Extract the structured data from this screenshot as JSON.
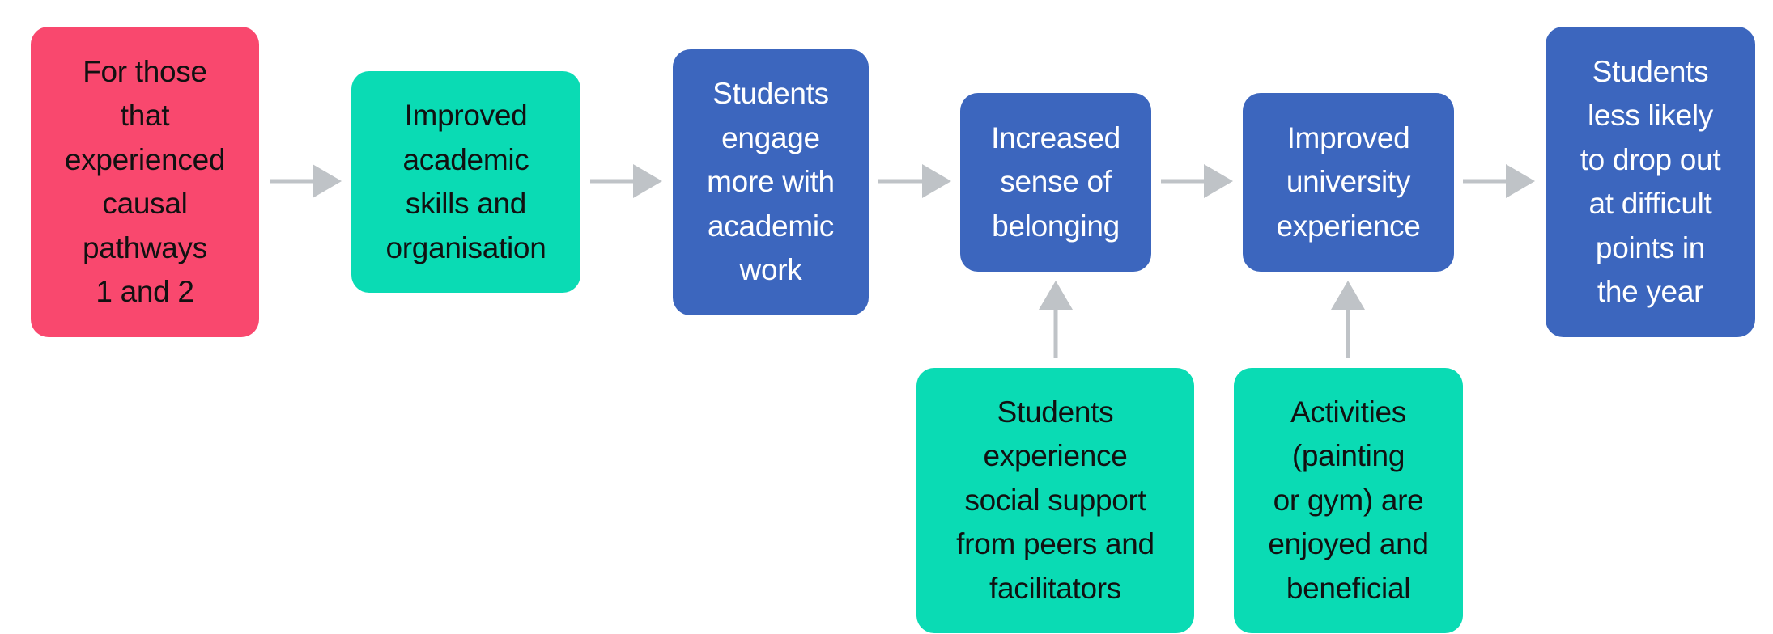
{
  "diagram": {
    "colors": {
      "input": "#F9486E",
      "mechanism": "#0ADBB4",
      "outcome": "#3C66BE",
      "arrow": "#BFC3C7"
    },
    "nodes": [
      {
        "id": "n1",
        "kind": "input",
        "text": "For those\nthat\nexperienced\ncausal\npathways\n1 and 2"
      },
      {
        "id": "n2",
        "kind": "mechanism",
        "text": "Improved\nacademic\nskills and\norganisation"
      },
      {
        "id": "n3",
        "kind": "outcome",
        "text": "Students\nengage\nmore with\nacademic\nwork"
      },
      {
        "id": "n4",
        "kind": "outcome",
        "text": "Increased\nsense of\nbelonging"
      },
      {
        "id": "n5",
        "kind": "outcome",
        "text": "Improved\nuniversity\nexperience"
      },
      {
        "id": "n6",
        "kind": "outcome",
        "text": "Students\nless likely\nto drop out\nat difficult\npoints in\nthe year"
      },
      {
        "id": "n7",
        "kind": "mechanism",
        "text": "Students\nexperience\nsocial support\nfrom peers and\nfacilitators"
      },
      {
        "id": "n8",
        "kind": "mechanism",
        "text": "Activities\n(painting\nor gym) are\nenjoyed and\nbeneficial"
      }
    ],
    "edges": [
      {
        "from": "n1",
        "to": "n2"
      },
      {
        "from": "n2",
        "to": "n3"
      },
      {
        "from": "n3",
        "to": "n4"
      },
      {
        "from": "n4",
        "to": "n5"
      },
      {
        "from": "n5",
        "to": "n6"
      },
      {
        "from": "n7",
        "to": "n4"
      },
      {
        "from": "n8",
        "to": "n5"
      }
    ]
  }
}
